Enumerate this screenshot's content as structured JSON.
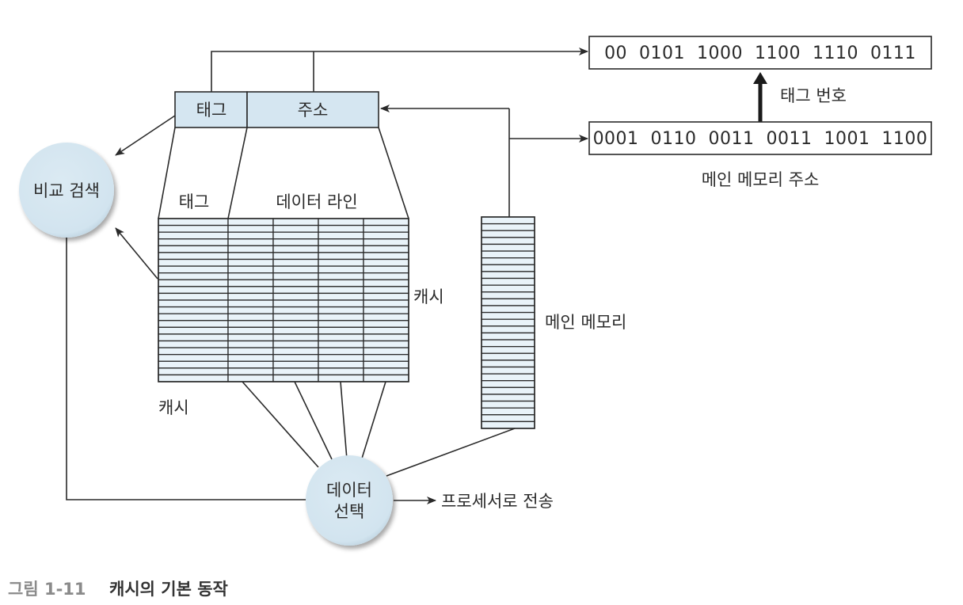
{
  "figure": {
    "caption_number": "그림 1-11",
    "caption_title": "캐시의 기본 동작"
  },
  "colors": {
    "node_fill": "#d5e6f1",
    "cell_fill": "#e9f3f9",
    "line": "#2a2a2a"
  },
  "address_register": {
    "tag_label": "태그",
    "address_label": "주소"
  },
  "tag_number_box": {
    "bits": "00  0101  1000  1100  1110  0111"
  },
  "tag_number_label": "태그 번호",
  "main_memory_address_box": {
    "bits": "0001  0110  0011  0011  1001  1100"
  },
  "main_memory_address_label": "메인 메모리 주소",
  "compare_search_node": {
    "label": "비교 검색"
  },
  "cache": {
    "tag_column_label": "태그",
    "data_line_label": "데이터 라인",
    "side_label": "캐시",
    "bottom_label": "캐시",
    "rows": 24,
    "data_columns": 4
  },
  "main_memory": {
    "label": "메인 메모리",
    "rows": 31
  },
  "data_select_node": {
    "label_line1": "데이터",
    "label_line2": "선택"
  },
  "output_label": "프로세서로 전송"
}
